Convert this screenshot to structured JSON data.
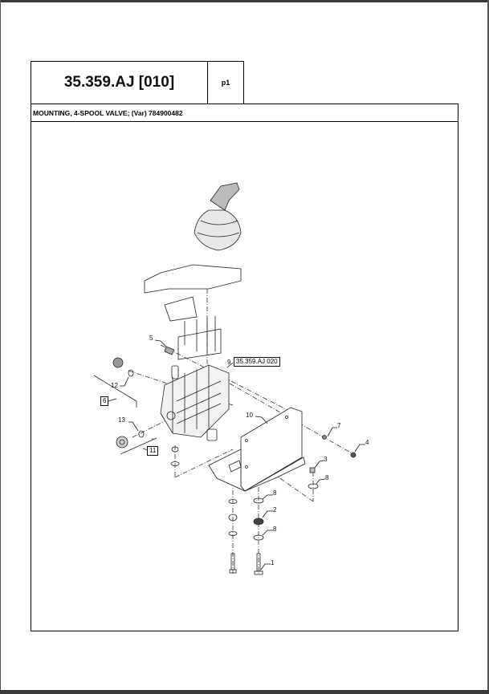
{
  "header": {
    "section_code": "35.359.AJ [010]",
    "page": "p1"
  },
  "subtitle": "MOUNTING, 4-SPOOL VALVE; (Var) 784900482",
  "diagram": {
    "reference_box": "35.359.AJ 020",
    "callouts": {
      "c1": "1",
      "c2": "2",
      "c3": "3",
      "c4": "4",
      "c5": "5",
      "c6": "6",
      "c7": "7",
      "c8a": "8",
      "c8b": "8",
      "c8c": "8",
      "c9": "9",
      "c10": "10",
      "c11": "11",
      "c12": "12",
      "c13": "13"
    }
  }
}
